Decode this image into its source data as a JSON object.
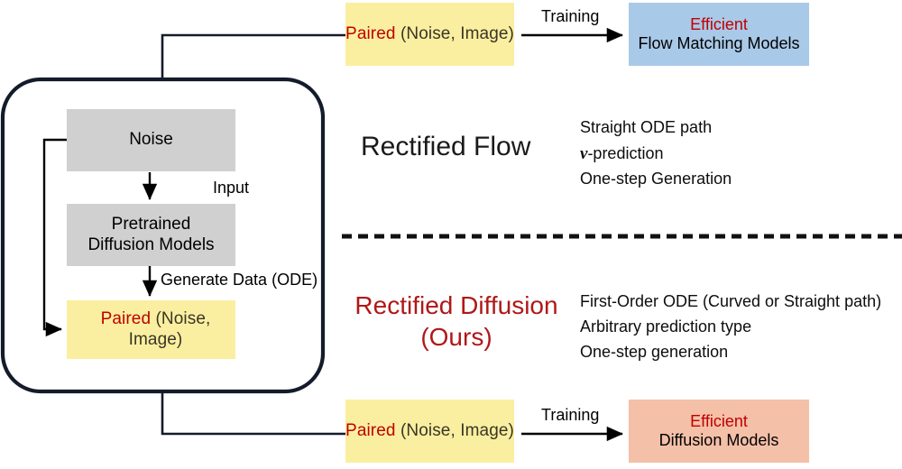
{
  "figure": {
    "title_alt": "Rectified Flow vs Rectified Diffusion comparison diagram",
    "colors": {
      "yellow": "#FAEFA0",
      "gray": "#D0D0D0",
      "blue": "#A9C9E8",
      "salmon": "#F4C0A8",
      "red_accent": "#C00000",
      "heading_red": "#B01818",
      "line": "#141B2B"
    }
  },
  "pipeline": {
    "outer_group_name": "Rectified Diffusion data generation pipeline",
    "noise_box": {
      "label": "Noise"
    },
    "pretrained_box": {
      "line1": "Pretrained",
      "line2": "Diffusion Models"
    },
    "inner_paired_box": {
      "highlight": "Paired",
      "rest": " (Noise, Image)"
    },
    "edge_input_label": "Input",
    "edge_generate_label": "Generate Data (ODE)"
  },
  "top_row": {
    "paired_box": {
      "highlight": "Paired",
      "rest": " (Noise, Image)"
    },
    "arrow_label": "Training",
    "result_box": {
      "line1": "Efficient",
      "line2": "Flow Matching Models"
    }
  },
  "bottom_row": {
    "paired_box": {
      "highlight": "Paired",
      "rest": " (Noise, Image)"
    },
    "arrow_label": "Training",
    "result_box": {
      "line1": "Efficient",
      "line2": "Diffusion Models"
    }
  },
  "upper_method": {
    "heading": "Rectified Flow",
    "bullets": [
      "Straight ODE path",
      "-prediction",
      "One-step Generation"
    ],
    "bullet_symbol": "v"
  },
  "lower_method": {
    "heading_line1": "Rectified Diffusion",
    "heading_line2": "(Ours)",
    "bullets": [
      "First-Order ODE (Curved or Straight path)",
      "Arbitrary prediction type",
      "One-step generation"
    ]
  },
  "divider": {
    "name": "dashed-separator"
  }
}
